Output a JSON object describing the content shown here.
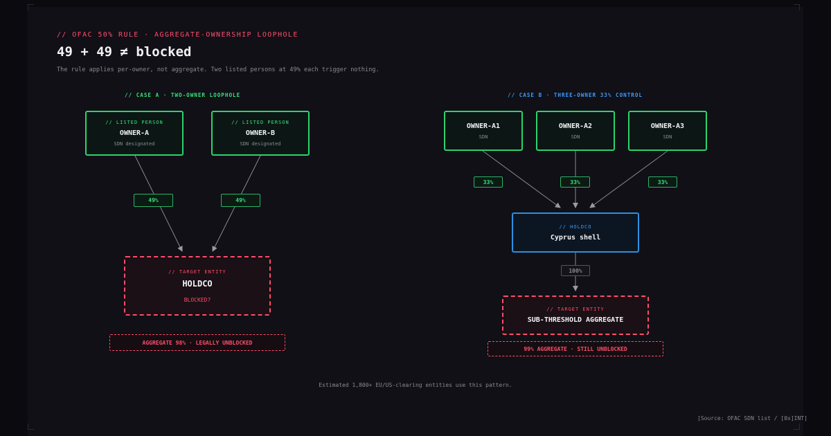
{
  "header": {
    "kicker": "// OFAC 50% RULE · AGGREGATE-OWNERSHIP LOOPHOLE",
    "title": "49 + 49 ≠ blocked",
    "subtitle": "The rule applies per-owner, not aggregate. Two listed persons at 49% each trigger nothing."
  },
  "case_a": {
    "title": "// CASE A · TWO-OWNER LOOPHOLE",
    "owners": [
      {
        "tag": "// LISTED PERSON",
        "name": "OWNER-A",
        "desc": "SDN designated",
        "share": "49%"
      },
      {
        "tag": "// LISTED PERSON",
        "name": "OWNER-B",
        "desc": "SDN designated",
        "share": "49%"
      }
    ],
    "target": {
      "tag": "// TARGET ENTITY",
      "name": "HOLDCO",
      "status": "BLOCKED?"
    },
    "banner": "AGGREGATE 98% · LEGALLY UNBLOCKED"
  },
  "case_b": {
    "title": "// CASE B · THREE-OWNER 33% CONTROL",
    "owners": [
      {
        "name": "OWNER-A1",
        "desc": "SDN",
        "share": "33%"
      },
      {
        "name": "OWNER-A2",
        "desc": "SDN",
        "share": "33%"
      },
      {
        "name": "OWNER-A3",
        "desc": "SDN",
        "share": "33%"
      }
    ],
    "holdco": {
      "tag": "// HOLDCO",
      "name": "Cyprus shell",
      "share": "100%"
    },
    "target": {
      "tag": "// TARGET ENTITY",
      "name": "SUB-THRESHOLD AGGREGATE"
    },
    "banner": "99% AGGREGATE · STILL UNBLOCKED"
  },
  "footer": {
    "note": "Estimated 1,800+ EU/US-clearing entities use this pattern.",
    "source": "[Source: OFAC SDN list / [0x]INT]"
  },
  "colors": {
    "accent_red": "#ff4d6d",
    "accent_green": "#2bd46e",
    "accent_blue": "#2f8fe0",
    "background": "#101016"
  }
}
